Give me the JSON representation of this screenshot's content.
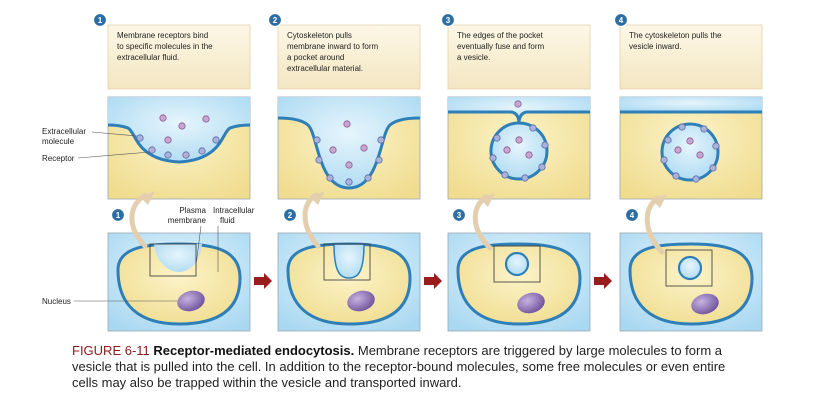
{
  "steps": [
    {
      "number": "1",
      "text": [
        "Membrane receptors bind",
        "to specific molecules in the",
        "extracellular fluid."
      ]
    },
    {
      "number": "2",
      "text": [
        "Cytoskeleton pulls",
        "membrane inward to form",
        "a pocket around",
        "extracellular material."
      ]
    },
    {
      "number": "3",
      "text": [
        "The edges of the pocket",
        "eventually fuse and form",
        "a vesicle."
      ]
    },
    {
      "number": "4",
      "text": [
        "The cytoskeleton pulls the",
        "vesicle inward."
      ]
    }
  ],
  "labels": {
    "extracellular_molecule": [
      "Extracellular",
      "molecule"
    ],
    "receptor": "Receptor",
    "plasma_membrane": [
      "Plasma",
      "membrane"
    ],
    "intracellular_fluid": [
      "Intracellular",
      "fluid"
    ],
    "nucleus": "Nucleus"
  },
  "caption": {
    "figure": "FIGURE 6-11",
    "title": "Receptor-mediated endocytosis.",
    "body": "Membrane receptors are triggered by large molecules to form a vesicle that is pulled into the cell. In addition to the receptor-bound molecules, some free molecules or even entire cells may also be trapped within the vesicle and transported inward."
  },
  "colors": {
    "extracellular": "#bfe3f6",
    "intracellular": "#f6e8a8",
    "membrane": "#2e7fb8",
    "receptor": "#a9b3d9",
    "molecule": "#c8a6cf",
    "nucleus": "#8a6fae",
    "arrow": "#9b1c1c",
    "curved_arrow": "#e3cfae",
    "step_circle": "#2c6da3"
  }
}
